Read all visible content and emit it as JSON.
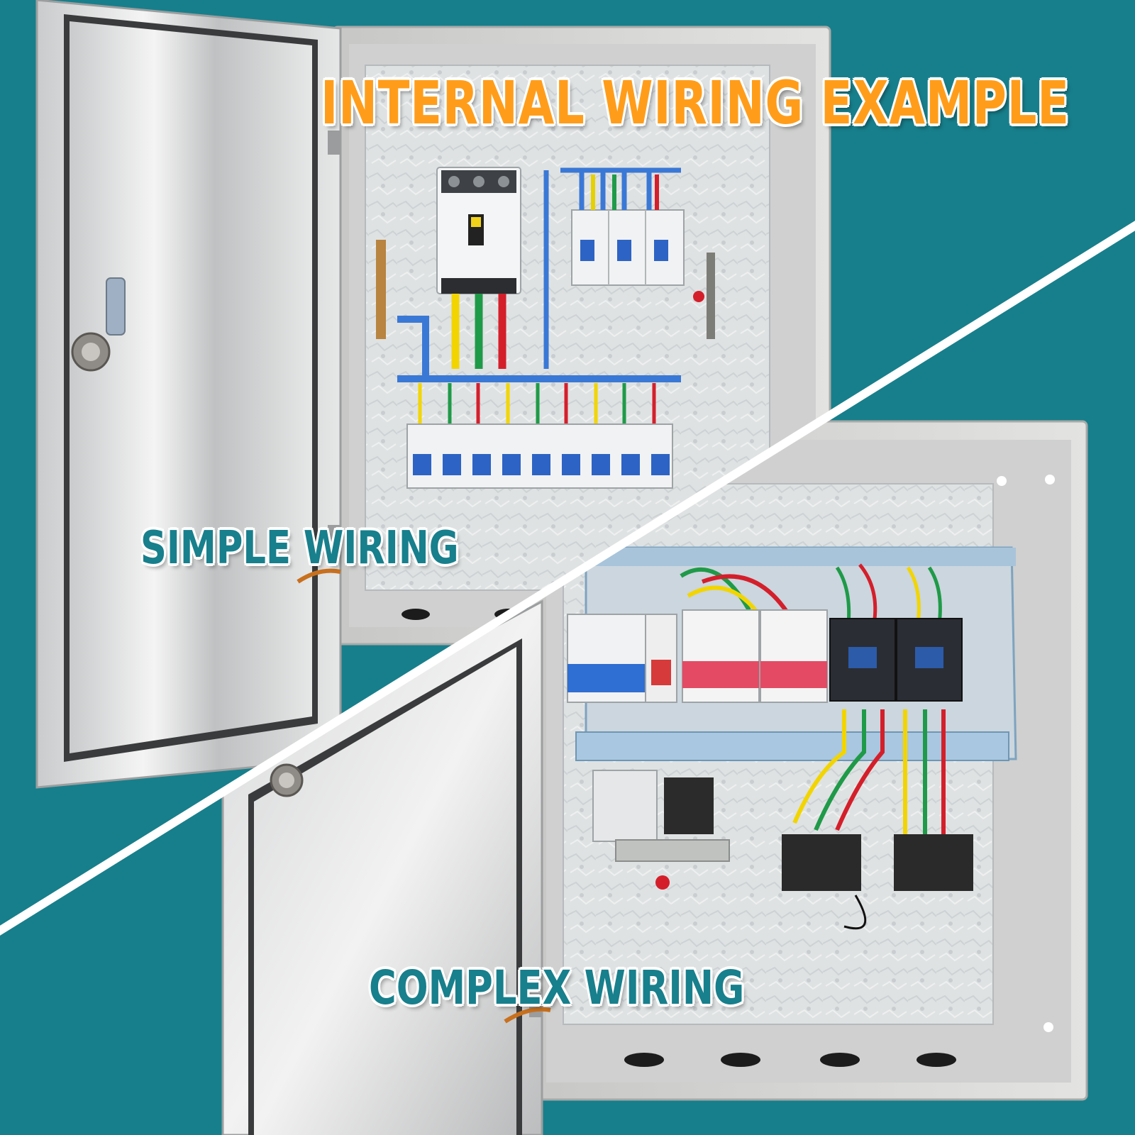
{
  "captions": {
    "title": "INTERNAL WIRING EXAMPLE",
    "simple": "SIMPLE WIRING",
    "complex": "COMPLEX WIRING"
  },
  "colors": {
    "background": "#177f8b",
    "title": "#ff9d1a",
    "subtitle": "#187f8c",
    "divider": "#ffffff"
  },
  "scene": {
    "top_panel": "simple wiring enclosure: main breaker, three RCBOs, bus bars, row of nine miniature circuit breakers",
    "bottom_panel": "complex wiring enclosure: breakers, contactors, relay, terminal blocks, ground bar"
  }
}
